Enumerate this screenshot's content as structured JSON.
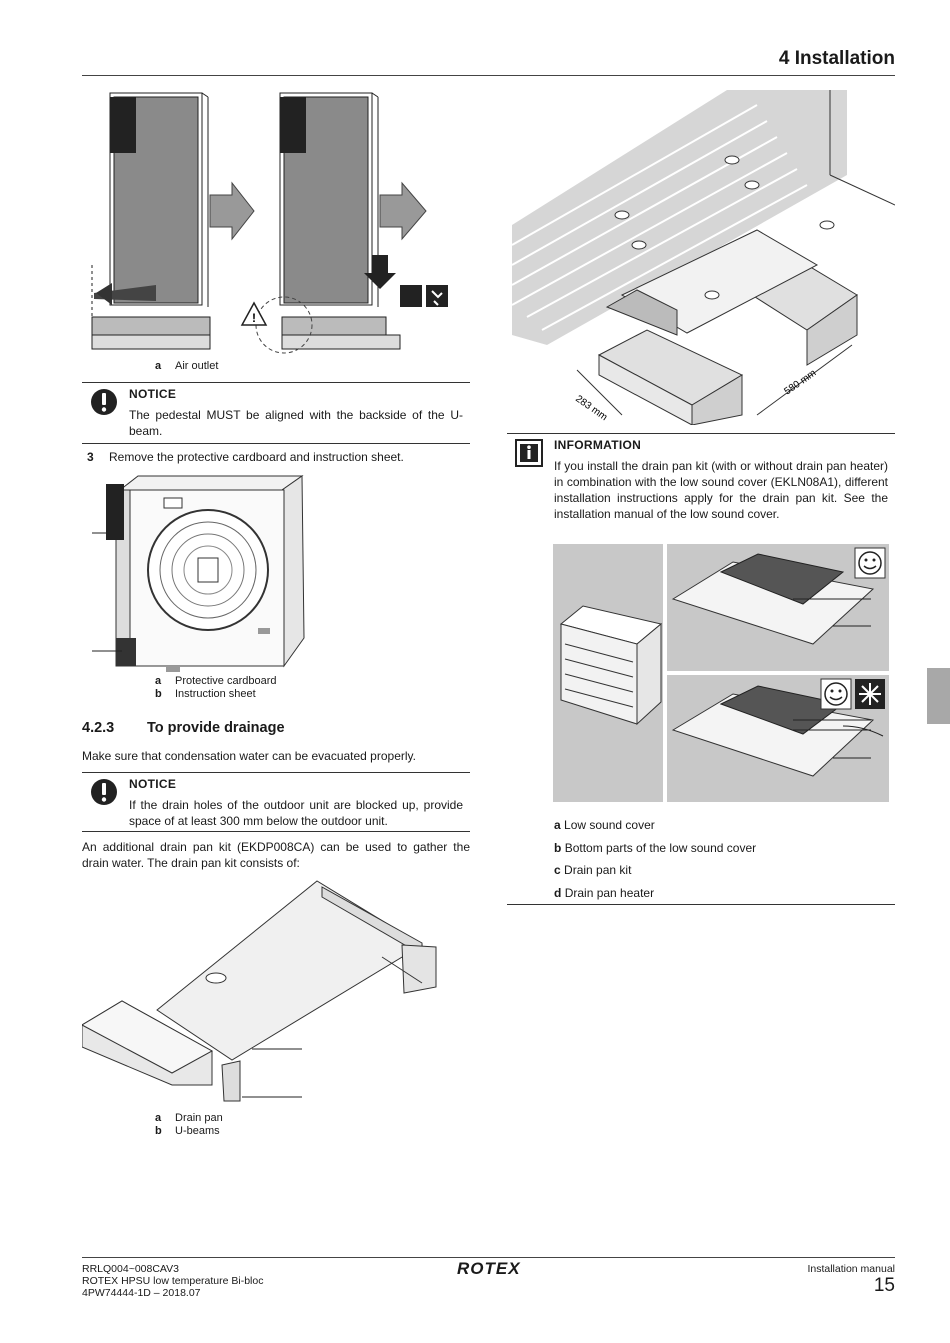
{
  "header": {
    "title": "4 Installation"
  },
  "fig1": {
    "legend": [
      {
        "key": "a",
        "text": "Air outlet"
      }
    ]
  },
  "notice1": {
    "title": "NOTICE",
    "text": "The pedestal MUST be aligned with the backside of the U-beam."
  },
  "step3": {
    "num": "3",
    "text": "Remove the protective cardboard and instruction sheet."
  },
  "fig2": {
    "legend": [
      {
        "key": "a",
        "text": "Protective cardboard"
      },
      {
        "key": "b",
        "text": "Instruction sheet"
      }
    ]
  },
  "section": {
    "num": "4.2.3",
    "title": "To provide drainage"
  },
  "drain_intro": "Make sure that condensation water can be evacuated properly.",
  "notice2": {
    "title": "NOTICE",
    "text": "If the drain holes of the outdoor unit are blocked up, provide space of at least 300 mm below the outdoor unit."
  },
  "drain_kit_text": "An additional drain pan kit (EKDP008CA) can be used to gather the drain water. The drain pan kit consists of:",
  "fig3": {
    "legend": [
      {
        "key": "a",
        "text": "Drain pan"
      },
      {
        "key": "b",
        "text": "U-beams"
      }
    ]
  },
  "fig4": {
    "dim1": "283 mm",
    "dim2": "580 mm"
  },
  "info": {
    "title": "INFORMATION",
    "text": "If you install the drain pan kit (with or without drain pan heater) in combination with the low sound cover (EKLN08A1), different installation instructions apply for the drain pan kit. See the installation manual of the low sound cover."
  },
  "fig5": {
    "legend": [
      {
        "key": "a",
        "text": "Low sound cover"
      },
      {
        "key": "b",
        "text": "Bottom parts of the low sound cover"
      },
      {
        "key": "c",
        "text": "Drain pan kit"
      },
      {
        "key": "d",
        "text": "Drain pan heater"
      }
    ]
  },
  "footer": {
    "line1": "RRLQ004~008CAV3",
    "line2": "ROTEX HPSU low temperature Bi-bloc",
    "line3": "4PW74444-1D – 2018.07",
    "brand": "ROTEX",
    "doc": "Installation manual",
    "page": "15"
  },
  "colors": {
    "rule": "#444444",
    "tab": "#a8a8a8",
    "panel": "#c8c8c8"
  }
}
